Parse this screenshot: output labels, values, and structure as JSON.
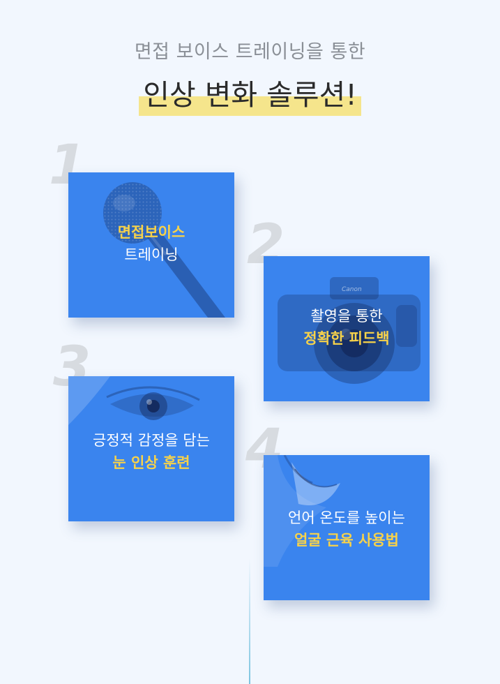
{
  "header": {
    "subtitle": "면접 보이스 트레이닝을 통한",
    "title": "인상 변화 솔루션!"
  },
  "cards": [
    {
      "number": "1",
      "line1": "면접보이스",
      "line2": "트레이닝",
      "photo_icon": "microphone-icon"
    },
    {
      "number": "2",
      "line1": "촬영을 통한",
      "line2": "정확한 피드백",
      "photo_icon": "camera-icon",
      "camera_brand": "Canon"
    },
    {
      "number": "3",
      "line1": "긍정적 감정을 담는",
      "line2": "눈 인상 훈련",
      "photo_icon": "eye-icon"
    },
    {
      "number": "4",
      "line1": "언어 온도를 높이는",
      "line2": "얼굴 근육 사용법",
      "photo_icon": "smile-icon"
    }
  ],
  "colors": {
    "background": "#f2f7fe",
    "card_blue": "#3a84ee",
    "accent_yellow": "#f7d24a",
    "highlight": "#f5e58c",
    "number_gray": "#d7dbe0"
  }
}
